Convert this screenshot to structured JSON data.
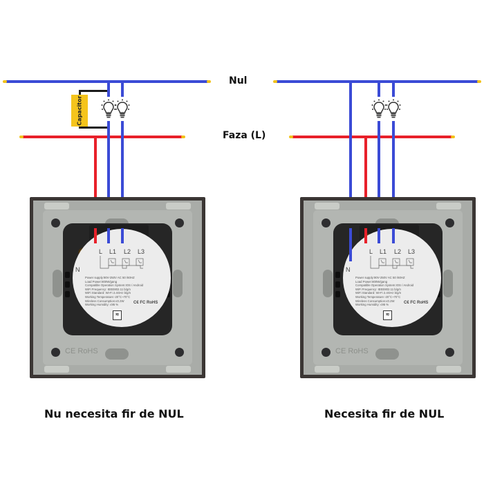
{
  "labels": {
    "neutral": "Nul",
    "phase": "Faza (L)",
    "capacitor": "Capacitor"
  },
  "wire_colors": {
    "neutral": "#3b4bd6",
    "phase": "#e8202a",
    "capacitor_lead": "#1a1a1a",
    "wire_tip": "#f2c21a",
    "capacitor_body": "#f5c41c"
  },
  "diagrams": [
    {
      "caption": "Nu necesita fir de NUL",
      "has_capacitor": true,
      "neutral_to_switch": false,
      "bulbs": 2
    },
    {
      "caption": "Necesita fir de NUL",
      "has_capacitor": false,
      "neutral_to_switch": true,
      "bulbs": 2
    }
  ],
  "switch": {
    "terminals": [
      "L",
      "L1",
      "L2",
      "L3"
    ],
    "neutral_terminal": "N",
    "specs": [
      "Power supply:90V-250V AC  50 /60HZ",
      "Load Power:800W/gang",
      "Compatible Operation System:IOS / Android",
      "WiFi Frequency: IEEE802.11 b/g/n",
      "WiFi Standard: Wi-Fi 2.4GHz b/g/n",
      "Working Temperature:-20°C~70°C",
      "Wireless Consumption:≤0.2W",
      "Working Humidity: ≤95 %"
    ],
    "certifications": "C€ FC RoHS",
    "plate_marking": "CE RoHS",
    "module_marking": "RoHS"
  }
}
